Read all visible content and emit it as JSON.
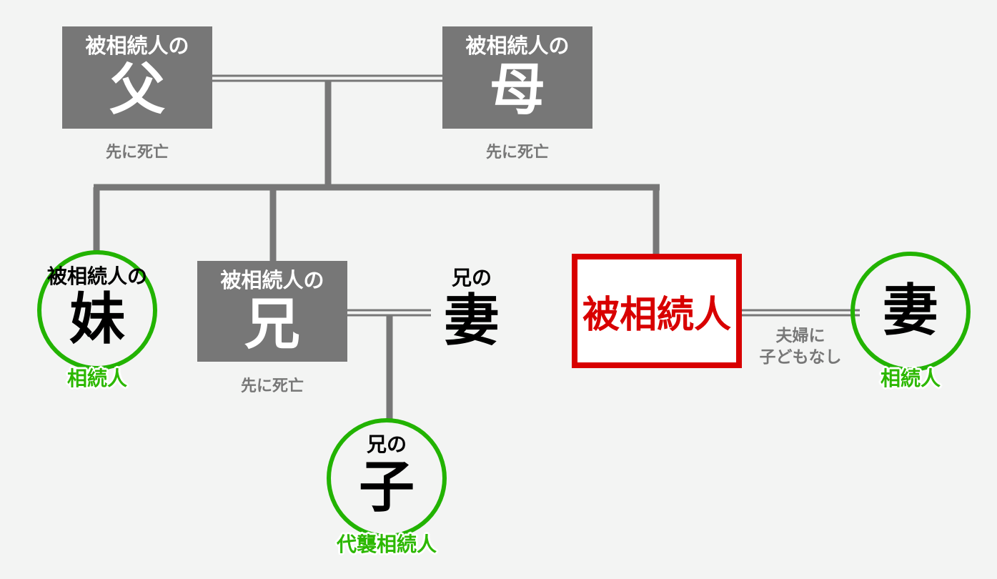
{
  "father": {
    "prefix": "被相続人の",
    "label": "父",
    "status": "先に死亡"
  },
  "mother": {
    "prefix": "被相続人の",
    "label": "母",
    "status": "先に死亡"
  },
  "sister": {
    "prefix": "被相続人の",
    "label": "妹",
    "role": "相続人"
  },
  "brother": {
    "prefix": "被相続人の",
    "label": "兄",
    "status": "先に死亡"
  },
  "brother_wife": {
    "prefix": "兄の",
    "label": "妻"
  },
  "deceased": {
    "label": "被相続人"
  },
  "couple_note": {
    "line1": "夫婦に",
    "line2": "子どもなし"
  },
  "wife": {
    "label": "妻",
    "role": "相続人"
  },
  "nephew": {
    "prefix": "兄の",
    "label": "子",
    "role": "代襲相続人"
  },
  "colors": {
    "box": "#777777",
    "heir": "#22b300",
    "deceased": "#d80000",
    "line": "#777777"
  }
}
